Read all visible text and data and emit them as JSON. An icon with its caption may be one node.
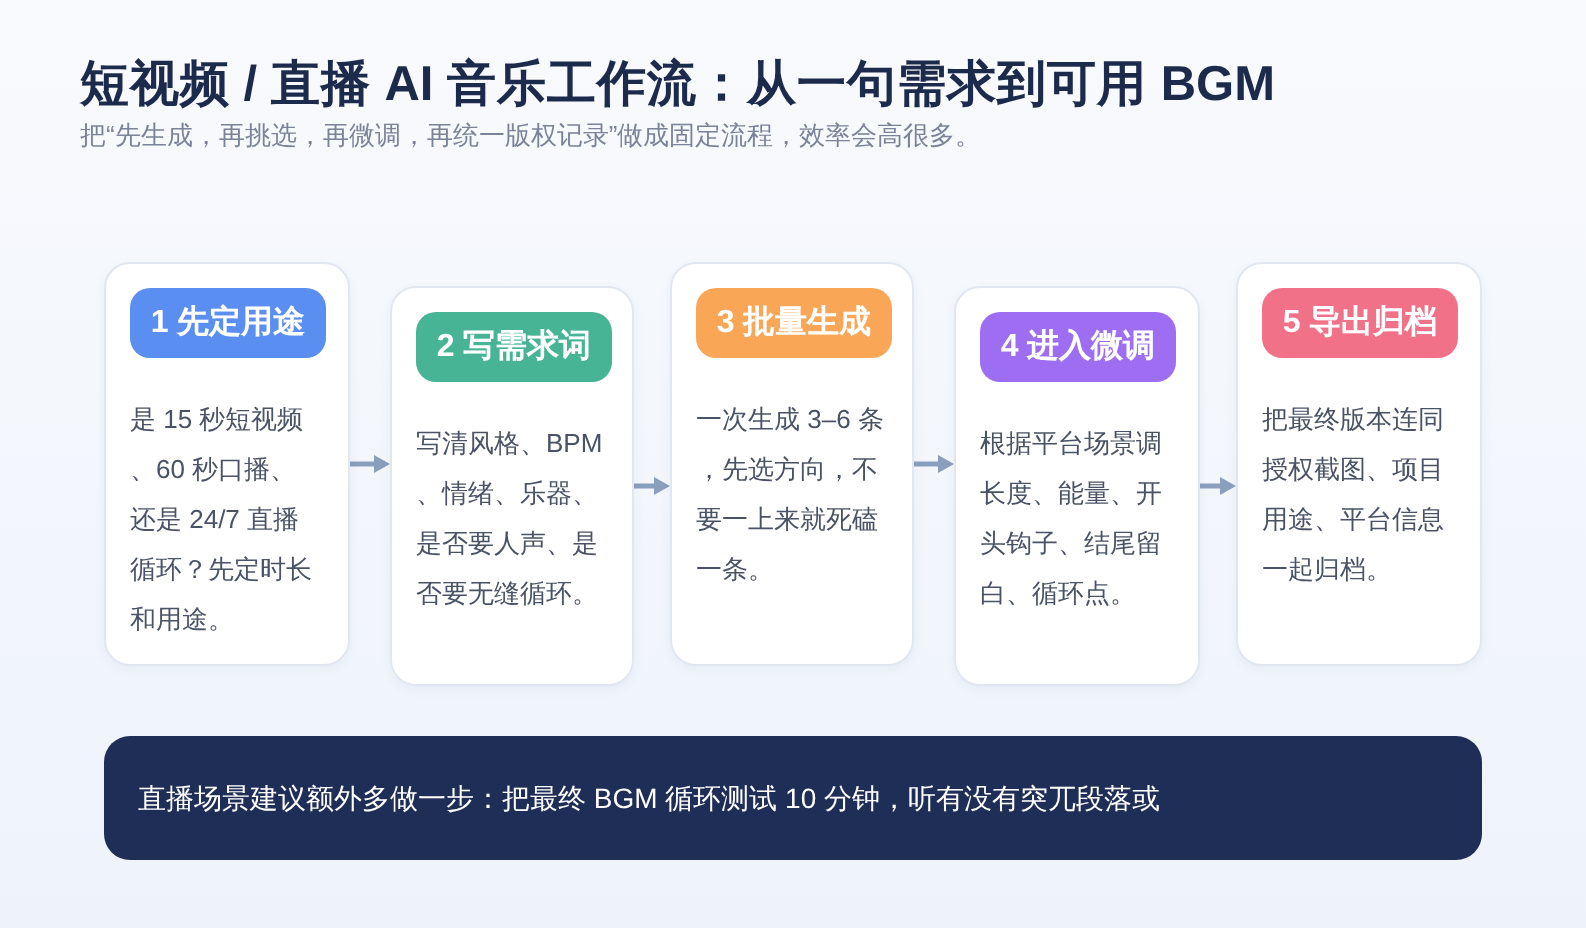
{
  "diagram": {
    "title": "短视频 / 直播 AI 音乐工作流：从一句需求到可用 BGM",
    "nodes": [
      {
        "text": [
          "是 15 秒短视频、60 秒口播、还是 24/7 直播循环？先定时长和用途。"
        ]
      },
      {
        "text": [
          "1 先定用途"
        ],
        "in": 0
      },
      {
        "text": [
          "写清风格、BPM、情绪、乐器、是否要人声、是否要无缝循环。"
        ]
      },
      {
        "text": [
          "2 写需求词"
        ],
        "in": 2
      },
      {
        "text": [
          "一次生成 3–6 条，先选方向，不要一上来就死磕一条。"
        ]
      },
      {
        "text": [
          "3 批量生成"
        ],
        "in": 4
      },
      {
        "text": [
          "根据平台场景调长度、能量、开头钩子、结尾留白、循环点。"
        ]
      },
      {
        "text": [
          "4 进入微调"
        ],
        "in": 6
      },
      {
        "text": [
          "把最终版本连同授权截图、项目用途、平台信息一起归档。"
        ]
      },
      {
        "text": [
          "5 导出归档"
        ],
        "in": 8
      },
      {
        "text": [
          "直播场景建议额外多做一步：把最终 BGM 循环测试 10 分钟，听有没有突兀段落或"
        ]
      }
    ],
    "edges": [
      {
        "from": 0,
        "to": 2,
        "arrow": "to"
      },
      {
        "from": 2,
        "to": 4,
        "arrow": "to"
      },
      {
        "from": 4,
        "to": 6,
        "arrow": "to"
      },
      {
        "from": 6,
        "to": 8,
        "arrow": "to"
      }
    ],
    "labels": [
      "把“先生成，再挑选，再微调，再统一版权记录”做成固定流程，效率会高很多。"
    ]
  }
}
